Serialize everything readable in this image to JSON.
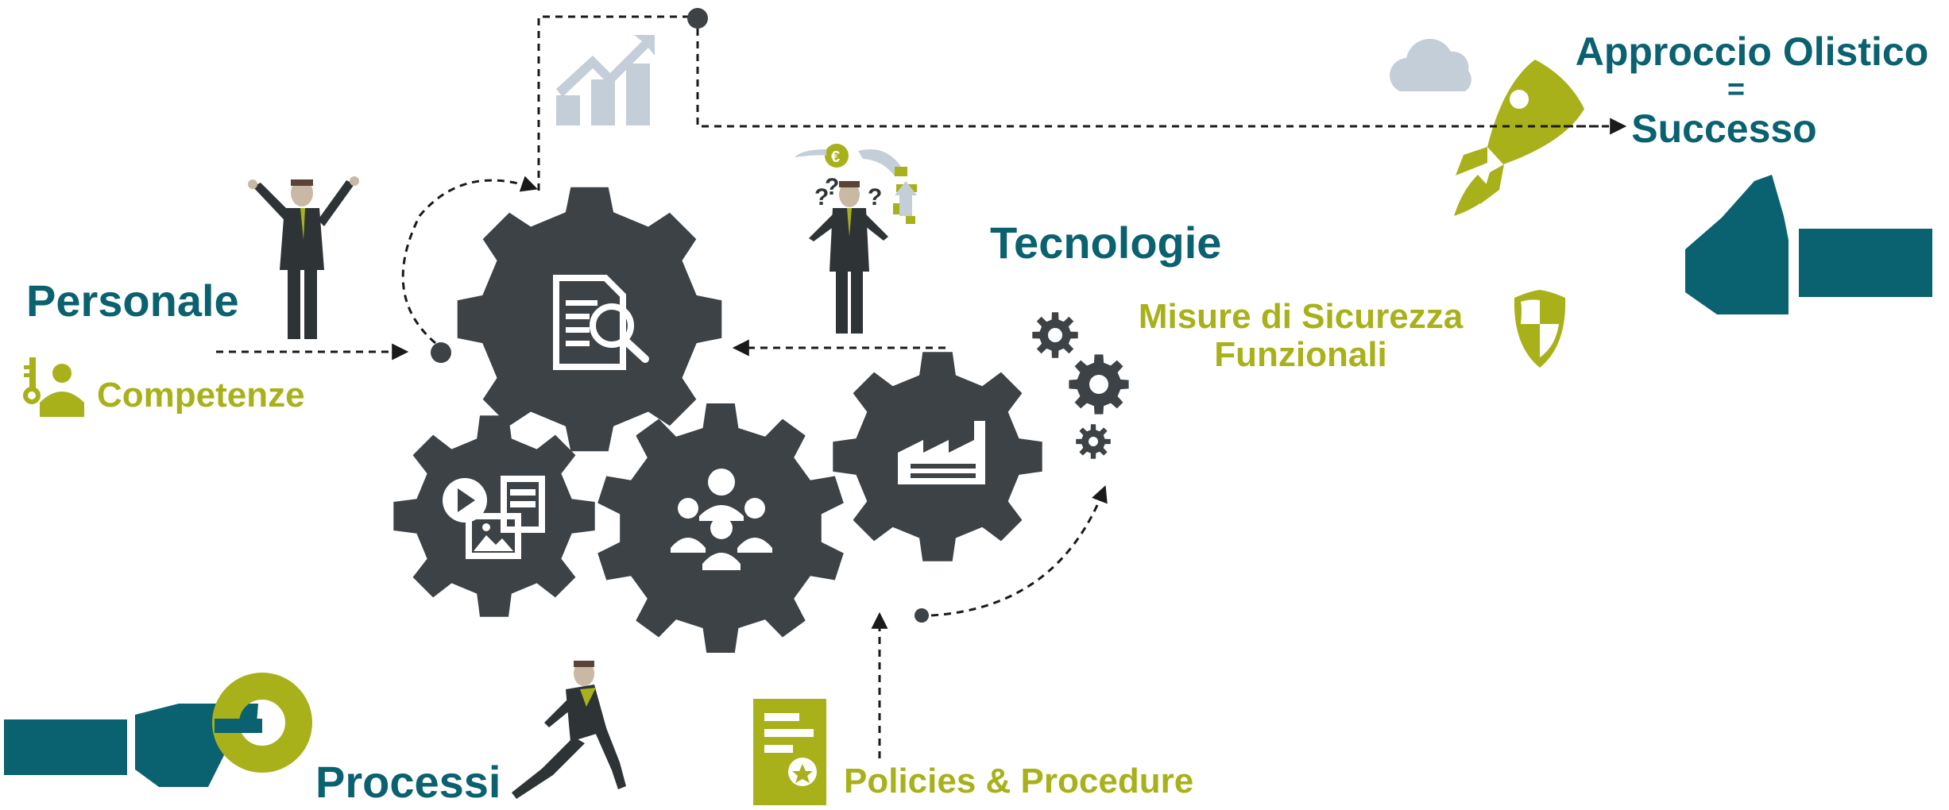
{
  "labels": {
    "personale": "Personale",
    "competenze": "Competenze",
    "tecnologie": "Tecnologie",
    "misure_line1": "Misure di Sicurezza",
    "misure_line2": "Funzionali",
    "processi": "Processi",
    "policies": "Policies & Procedure",
    "approccio": "Approccio Olistico",
    "equals": "=",
    "successo": "Successo",
    "euro_symbol": "€",
    "question_marks": "?"
  },
  "colors": {
    "teal": "#0a6170",
    "olive": "#a8b11a",
    "gear": "#3d4246",
    "light_blue_grey": "#c3ced8",
    "suit": "#2e3336",
    "skin": "#c9b9a4"
  },
  "icons": [
    "document-search-icon",
    "media-gallery-icon",
    "team-people-icon",
    "factory-icon",
    "growth-chart-icon",
    "cloud-icon",
    "rocket-icon",
    "thumbs-up-icon",
    "pointing-hand-icon",
    "olive-ring-icon",
    "certificate-icon",
    "shield-icon",
    "key-person-icon",
    "small-gears-icon",
    "businessman-arms-raised-icon",
    "businessman-confused-icon",
    "businessman-running-icon"
  ]
}
